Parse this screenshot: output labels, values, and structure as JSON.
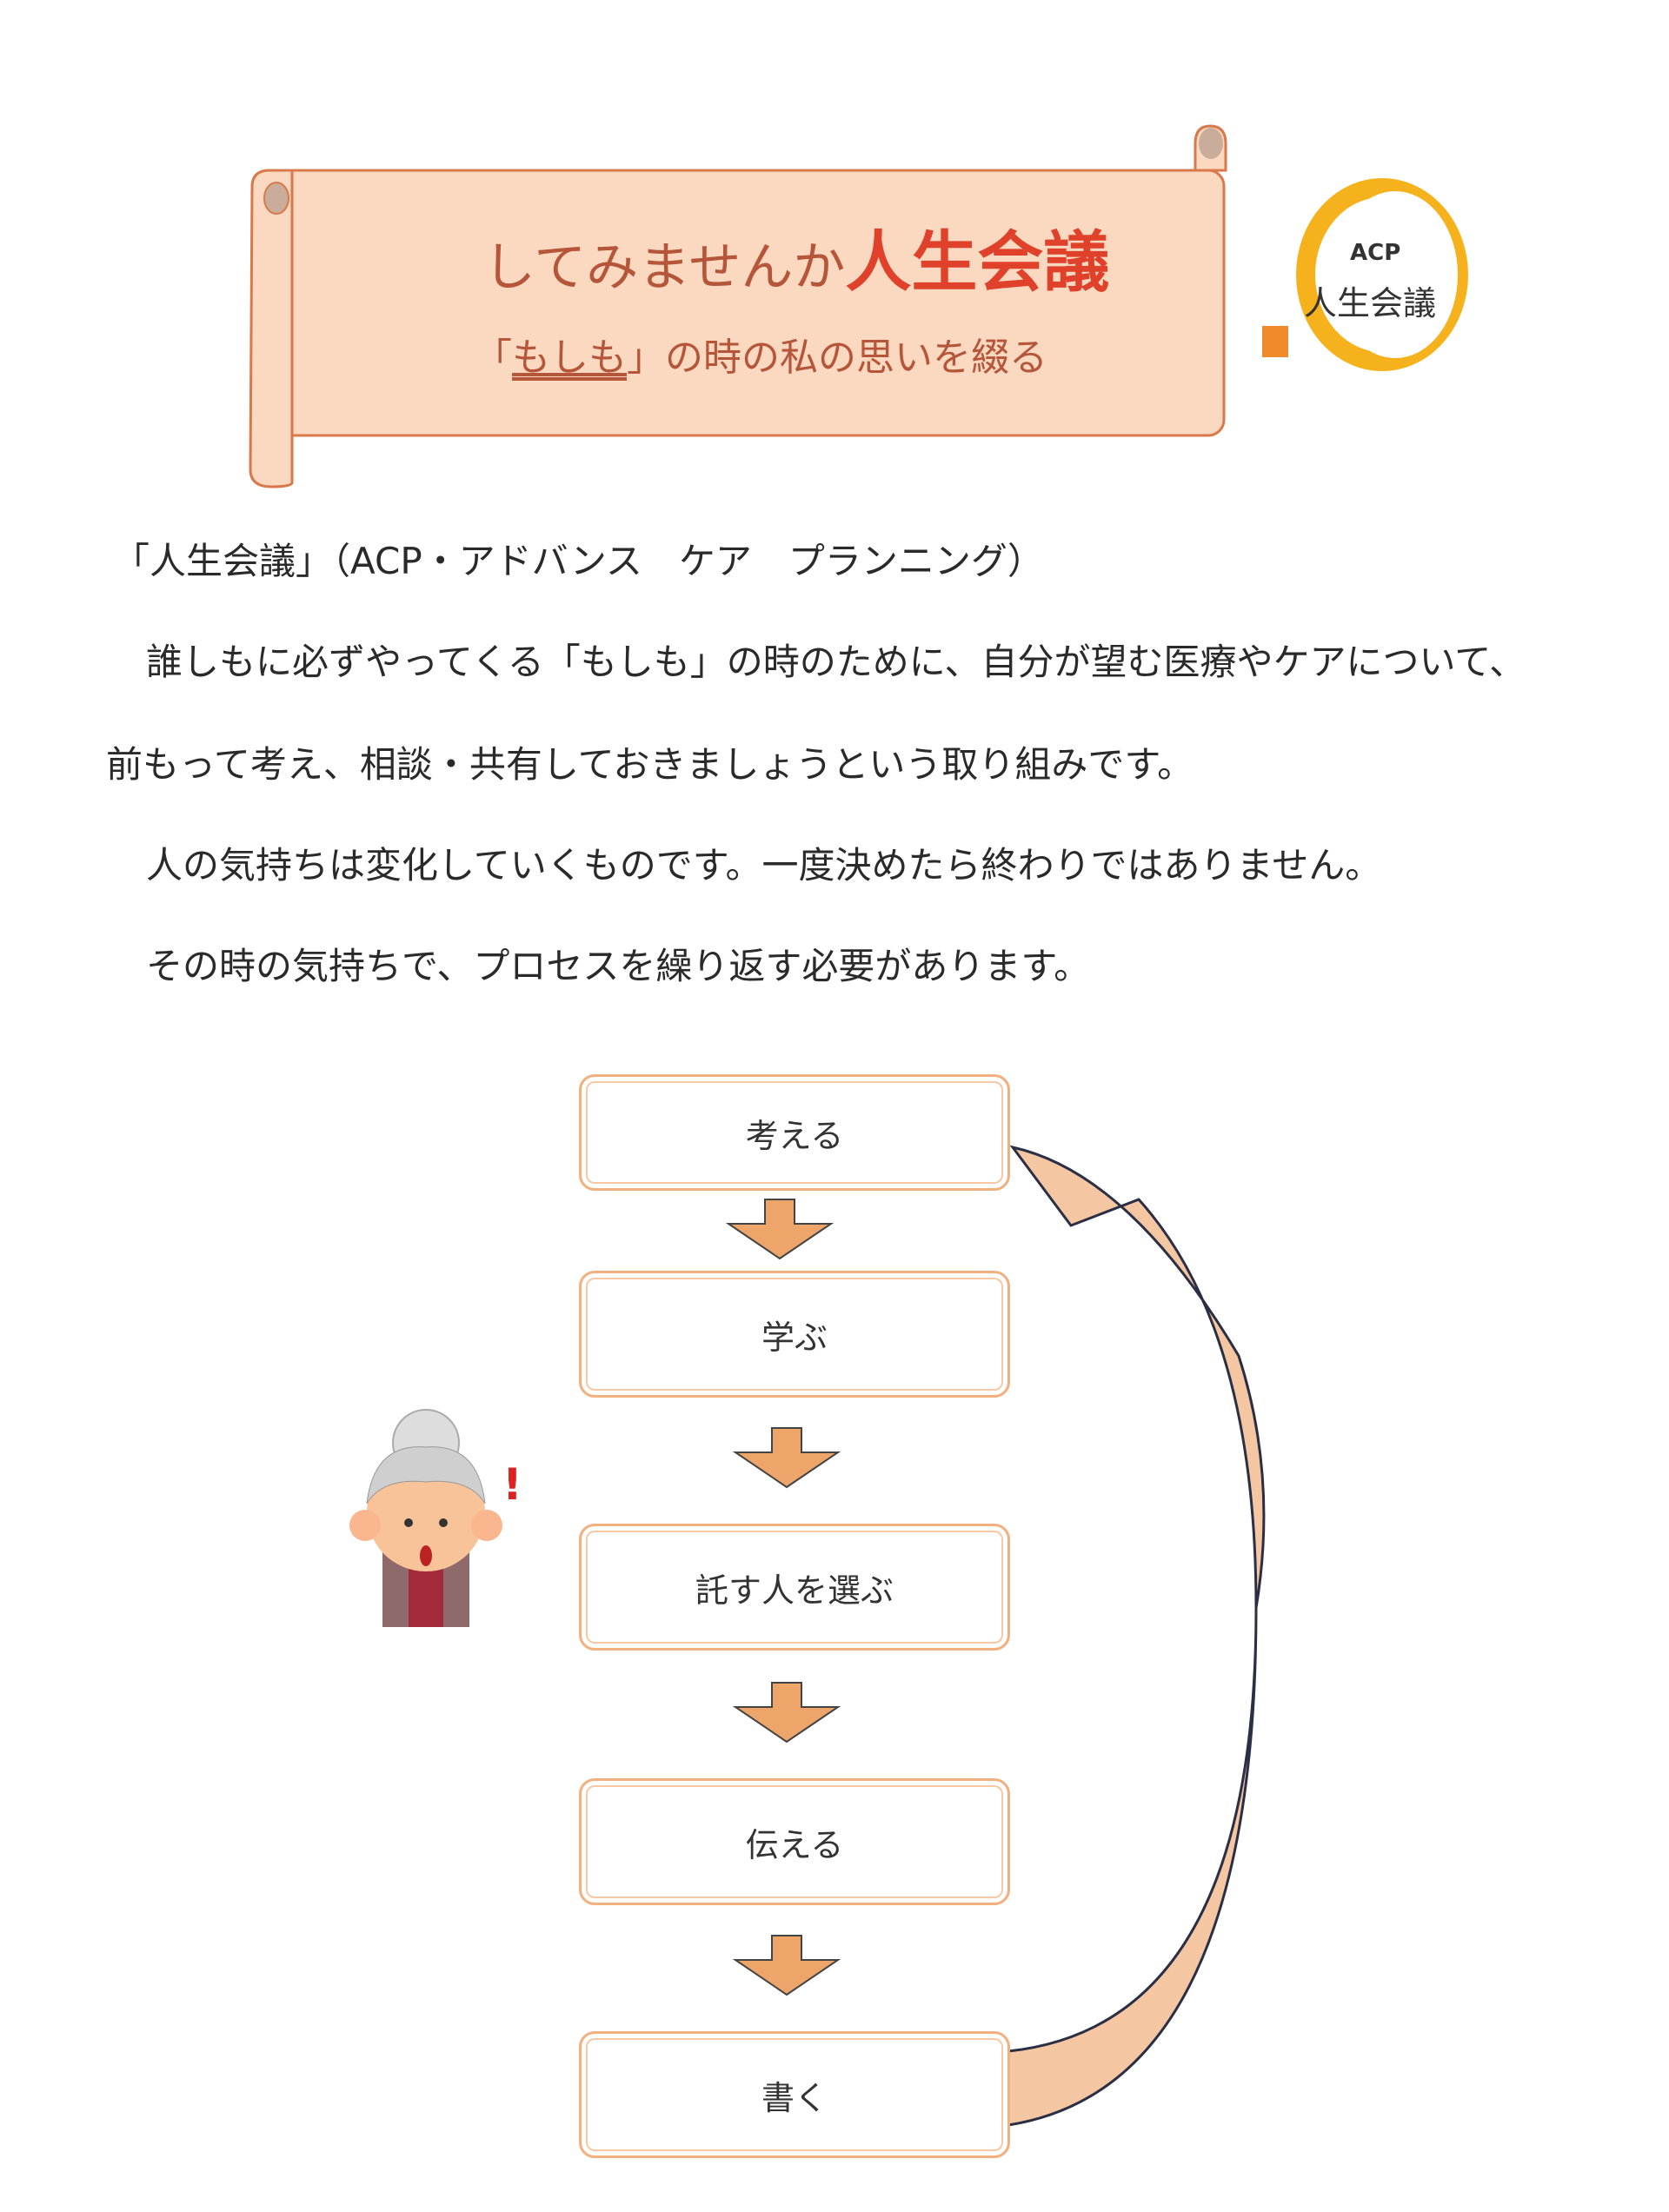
{
  "banner": {
    "title_prefix": "してみませんか",
    "title_main": "人生会議",
    "subtitle_pre": "「",
    "subtitle_underlined": "もしも",
    "subtitle_post": "」の時の私の思いを綴る"
  },
  "logo": {
    "acp": "ACP",
    "name": "人生会議"
  },
  "body": {
    "heading": "「人生会議」（ACP・アドバンス　ケア　プランニング）",
    "lines": [
      "誰しもに必ずやってくる「もしも」の時のために、自分が望む医療やケアについて、",
      "前もって考え、相談・共有しておきましょうという取り組みです。",
      "人の気持ちは変化していくものです。一度決めたら終わりではありません。",
      "その時の気持ちで、プロセスを繰り返す必要があります。"
    ]
  },
  "flow": {
    "steps": [
      "考える",
      "学ぶ",
      "託す人を選ぶ",
      "伝える",
      "書く"
    ]
  },
  "colors": {
    "accent": "#f2b07e",
    "arrow": "#eea56a",
    "title_red": "#e0412a"
  }
}
